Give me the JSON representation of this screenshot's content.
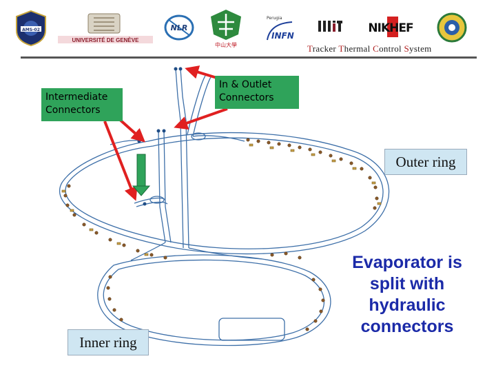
{
  "header": {
    "title_parts": [
      {
        "cap": "T",
        "rest": "racker "
      },
      {
        "cap": "T",
        "rest": "hermal "
      },
      {
        "cap": "C",
        "rest": "ontrol "
      },
      {
        "cap": "S",
        "rest": "ystem"
      }
    ],
    "logos": {
      "ams02": {
        "name": "ams02-logo",
        "text": "AMS-02"
      },
      "geneve": {
        "name": "universite-de-geneve-logo",
        "text": "UNIVERSITÉ DE GENÈVE"
      },
      "nlr": {
        "name": "nlr-logo",
        "text": "NLR"
      },
      "sysu": {
        "name": "sun-yat-sen-university-logo",
        "text": "中山大學"
      },
      "infn": {
        "name": "infn-logo",
        "text": "INFN",
        "small": "Perugia"
      },
      "mit": {
        "name": "mit-logo",
        "text": "MIT"
      },
      "nikhef": {
        "name": "nikhef-logo",
        "text": "NIKHEF"
      },
      "seal": {
        "name": "seal-logo",
        "text": ""
      }
    }
  },
  "labels": {
    "intermediate": "Intermediate Connectors",
    "inout": "In & Outlet Connectors",
    "outer_ring": "Outer ring",
    "inner_ring": "Inner ring",
    "evaporator": "Evaporator is split with hydraulic connectors"
  },
  "colors": {
    "tube": "#3d6fa8",
    "red_arrow": "#e02020",
    "green_arrow": "#2fa35a",
    "label_green": "#2fa35a",
    "label_blue": "#cfe6f2",
    "evaporator_text": "#1b2aa8"
  }
}
